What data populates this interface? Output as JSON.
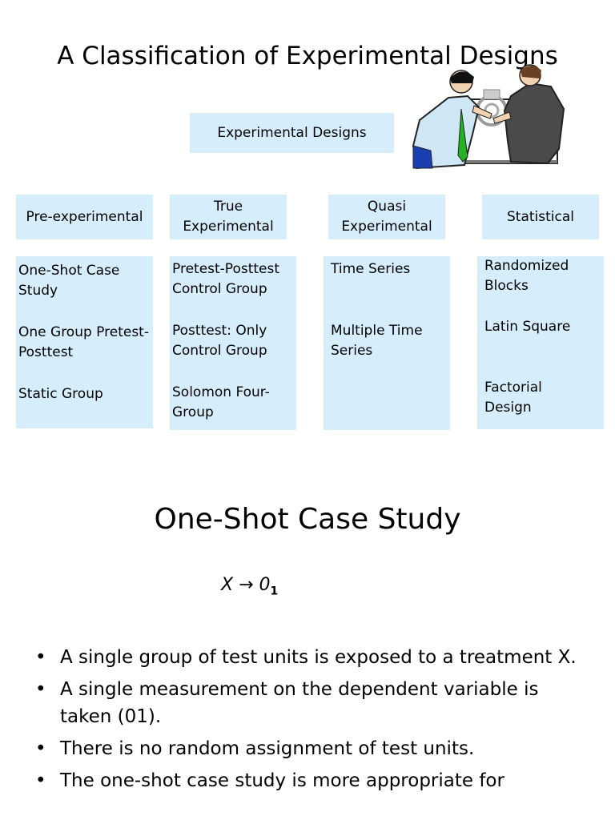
{
  "slide1": {
    "title": "A Classification of Experimental Designs",
    "root": "Experimental Designs",
    "categories": [
      {
        "label": "Pre-experimental",
        "items": [
          "One-Shot Case Study",
          "One Group Pretest-Posttest",
          "Static Group"
        ]
      },
      {
        "label": "True Experimental",
        "items": [
          "Pretest-Posttest Control Group",
          "Posttest: Only Control Group",
          "Solomon Four-Group"
        ]
      },
      {
        "label": "Quasi Experimental",
        "items": [
          "Time Series",
          "Multiple Time Series"
        ]
      },
      {
        "label": "Statistical",
        "items": [
          "Randomized Blocks",
          "Latin Square",
          "Factorial Design"
        ]
      }
    ]
  },
  "slide2": {
    "title": "One-Shot Case Study",
    "formula": {
      "x": "X",
      "arrow": "→",
      "o": "0",
      "sub": "1"
    },
    "bullets": [
      "A single group of test units is exposed to a treatment X.",
      "A single measurement on the dependent variable is taken (01).",
      "There is no random assignment of test units.",
      "The one-shot case study is more appropriate for"
    ]
  },
  "colors": {
    "box_fill": "#d6eefc"
  },
  "icons": {
    "clipart": "two-businessmen-at-whiteboard-icon"
  }
}
